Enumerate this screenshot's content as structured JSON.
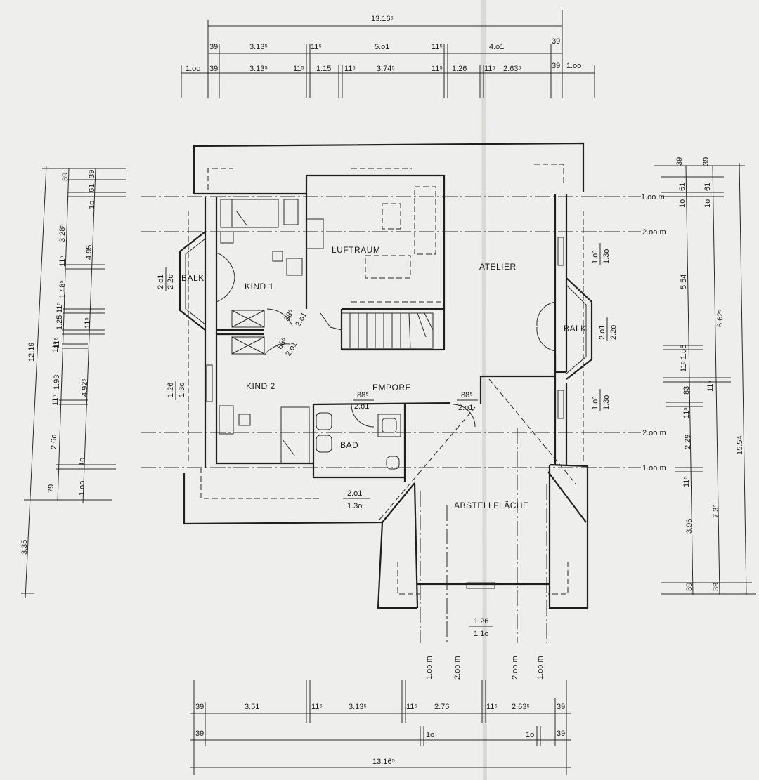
{
  "rooms": {
    "kind1": "KIND 1",
    "kind2": "KIND 2",
    "luftraum": "LUFTRAUM",
    "atelier": "ATELIER",
    "empore": "EMPORE",
    "bad": "BAD",
    "abstellflaeche": "ABSTELLFLÄCHE",
    "balk_left": "BALK.",
    "balk_right": "BALK."
  },
  "level_lines": {
    "h_1m_top": "1.oo m",
    "h_2m_top": "2.oo m",
    "h_2m_mid": "2.oo m",
    "h_1m_low": "1.oo m",
    "v_1m_left": "1.oo m",
    "v_2m_left": "2.oo m",
    "v_2m_right": "2.oo m",
    "v_1m_right": "1.oo m"
  },
  "dims_top": {
    "overall": "13.16⁵",
    "row1": [
      "39",
      "3.13⁵",
      "11⁵",
      "5.o1",
      "11⁵",
      "4.o1",
      "39"
    ],
    "row2": [
      "1.oo",
      "39",
      "3.13⁵",
      "11⁵",
      "1.15",
      "11⁵",
      "3.74⁵",
      "11⁵",
      "1.26",
      "11⁵",
      "2.63⁵",
      "39",
      "1.oo"
    ]
  },
  "dims_bottom": {
    "row1": [
      "39",
      "3.51",
      "11⁵",
      "3.13⁵",
      "11⁵",
      "2.76",
      "11⁵",
      "2.63⁵",
      "39"
    ],
    "row2": [
      "39",
      "1o",
      "1o",
      "39"
    ],
    "overall": "13.16⁵"
  },
  "dims_left": {
    "outer_a": "12.19",
    "outer_b": "3.35",
    "col2": [
      "3.28⁵",
      "11⁵",
      "1.48⁵",
      "11⁵",
      "1.25",
      "11⁵",
      "1.93",
      "11⁵",
      "2.6o",
      "79"
    ],
    "col3": [
      "39",
      "1o",
      "61",
      "39",
      "4.95",
      "11⁵",
      "11⁵",
      "4.92⁵",
      "1o",
      "1.oo"
    ]
  },
  "dims_right": {
    "col1": [
      "39",
      "1o",
      "61",
      "5.54",
      "11⁵",
      "1.o5",
      "83",
      "11⁵",
      "2.29",
      "11⁵",
      "3.96",
      "39"
    ],
    "col2": [
      "39",
      "1o",
      "61",
      "6.62⁵",
      "11⁵",
      "7.31",
      "39"
    ],
    "overall": "15.54"
  },
  "openings": {
    "balk_left_w": "2.o1",
    "balk_left_h": "2.2o",
    "kind1_door_w": "88⁵",
    "kind1_door_h": "2.o1",
    "kind2_door_w": "88⁵",
    "kind2_door_h": "2.o1",
    "kind2_win_w": "1.26",
    "kind2_win_h": "1.3o",
    "empore_door_w": "88⁵",
    "empore_door_h": "2.o1",
    "bad_door_w": "88⁵",
    "bad_door_h": "2.o1",
    "bad_win_w": "2.o1",
    "bad_win_h": "1.3o",
    "atelier_win_w": "1.o1",
    "atelier_win_h": "1.3o",
    "balk_right_w": "2.o1",
    "balk_right_h": "2.2o",
    "atelier_win2_w": "1.o1",
    "atelier_win2_h": "1.3o",
    "abstell_win_w": "1.26",
    "abstell_win_h": "1.1o"
  }
}
